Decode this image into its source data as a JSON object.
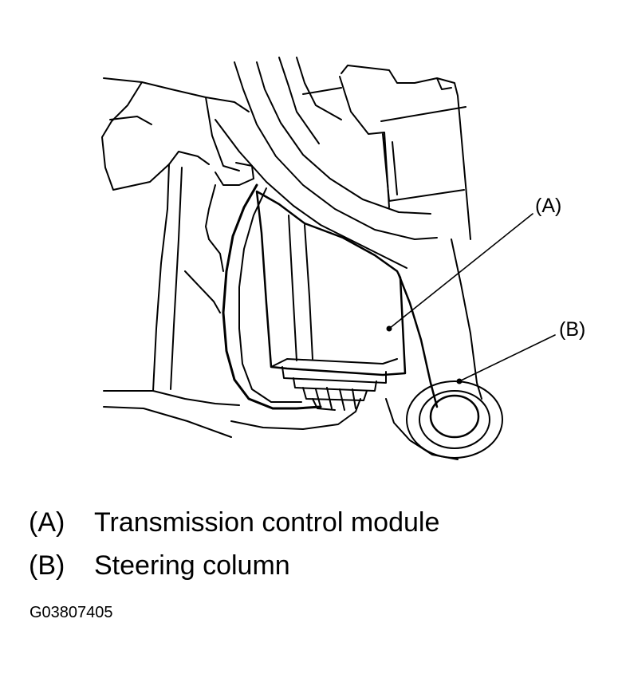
{
  "callouts": {
    "a": "(A)",
    "b": "(B)"
  },
  "legend": [
    {
      "key": "(A)",
      "text": "Transmission control module"
    },
    {
      "key": "(B)",
      "text": "Steering column"
    }
  ],
  "figure_id": "G03807405"
}
